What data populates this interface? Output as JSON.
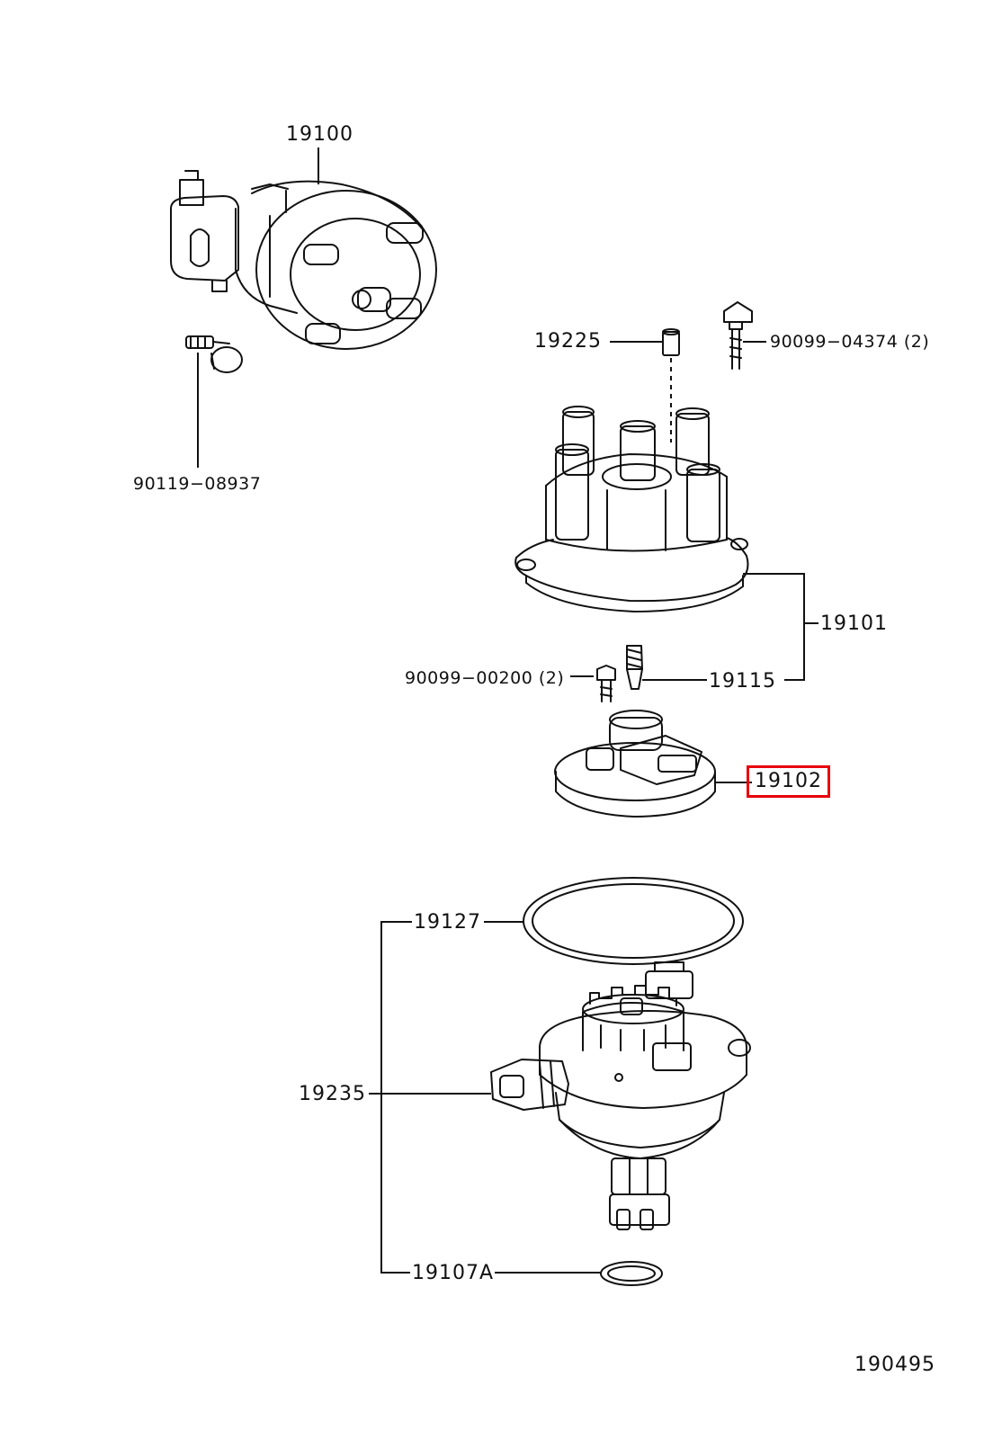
{
  "diagram": {
    "number": "190495",
    "highlight_color": "#e8000b",
    "labels": {
      "p19100": "19100",
      "p19225": "19225",
      "p90099_04374": "90099−04374 (2)",
      "p90119_08937": "90119−08937",
      "p19101": "19101",
      "p90099_00200": "90099−00200 (2)",
      "p19115": "19115",
      "p19102": "19102",
      "p19127": "19127",
      "p19235": "19235",
      "p19107A": "19107A"
    }
  }
}
